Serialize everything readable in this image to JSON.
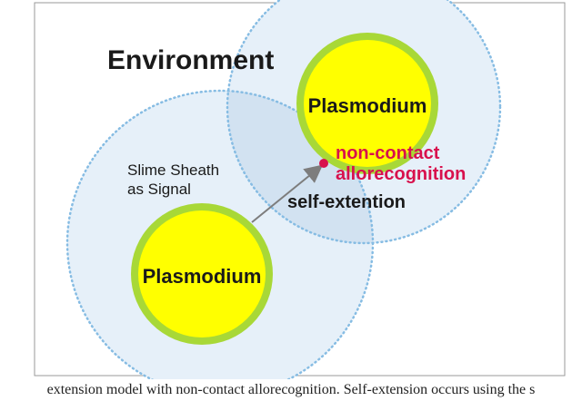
{
  "diagram": {
    "environment_label": "Environment",
    "top_cell_label": "Plasmodium",
    "bottom_cell_label": "Plasmodium",
    "sheath_label_line1": "Slime Sheath",
    "sheath_label_line2": "as Signal",
    "interaction_line1": "non-contact",
    "interaction_line2": "allorecognition",
    "extension_label": "self-extention"
  },
  "caption": "extension model with non-contact allorecognition. Self-extension occurs using the s",
  "colors": {
    "sheath_fill": "#e6f0f9",
    "sheath_overlap": "#d2e2f1",
    "sheath_border": "#86bce3",
    "cell_ring": "#a8d837",
    "cell_core": "#ffff00",
    "accent": "#d8114d",
    "arrow": "#7d7d7d"
  }
}
